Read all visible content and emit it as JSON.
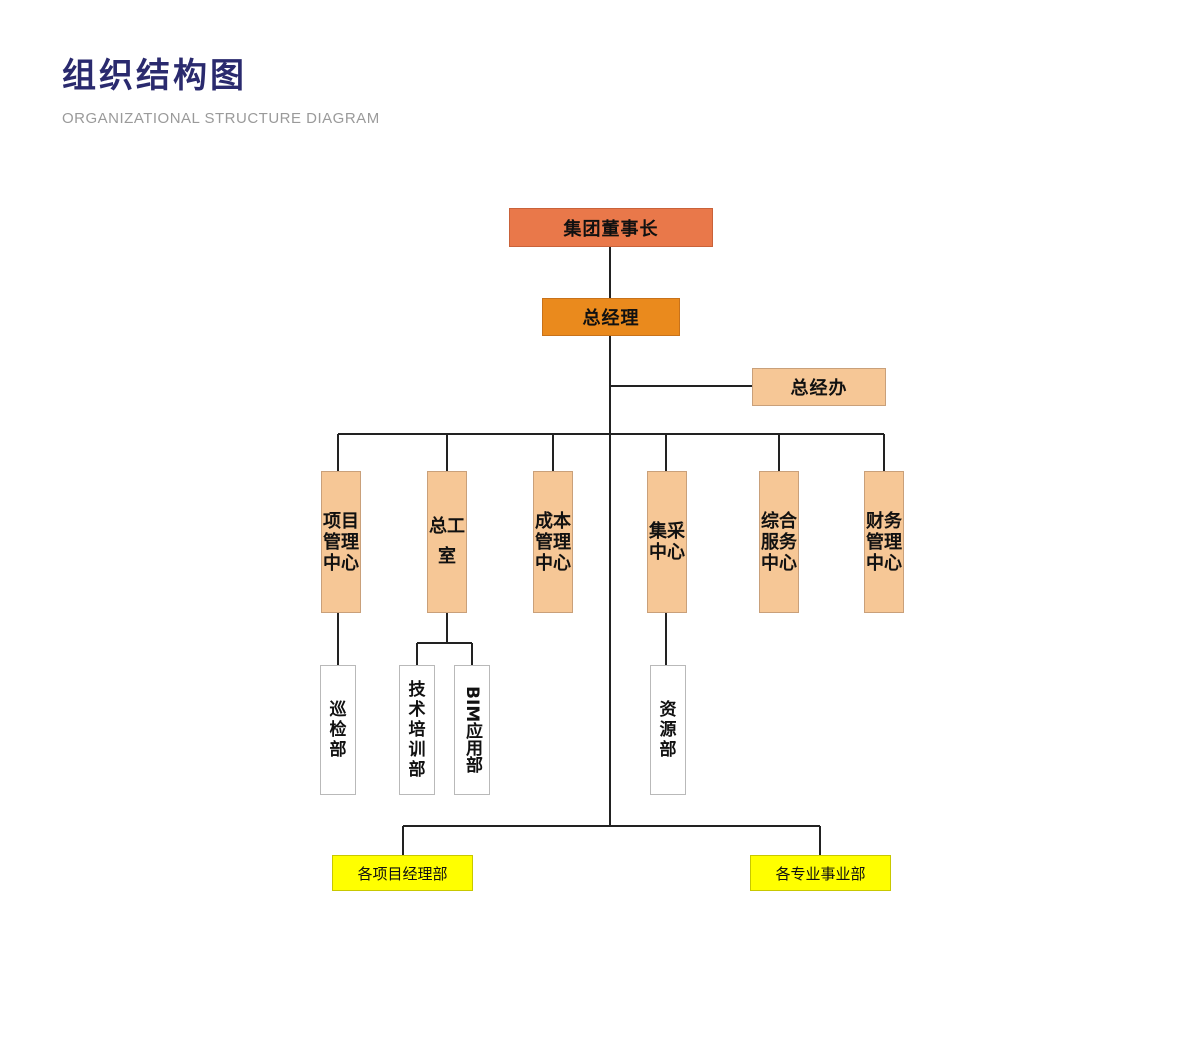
{
  "header": {
    "title": "组织结构图",
    "subtitle": "ORGANIZATIONAL STRUCTURE DIAGRAM"
  },
  "colors": {
    "chairman": "#e9784a",
    "gm": "#ea8a1d",
    "dept": "#f6c796",
    "bottom": "#ffff00",
    "line": "#222222"
  },
  "org": {
    "chairman": "集团董事长",
    "general_manager": "总经理",
    "gm_office": "总经办",
    "departments": [
      "项目管理中心",
      "总工室",
      "成本管理中心",
      "集采中心",
      "综合服务中心",
      "财务管理中心"
    ],
    "sub_units": {
      "inspection": "巡检部",
      "tech_training": "技术培训部",
      "bim": "BIM应用部",
      "resources": "资源部"
    },
    "bottom": {
      "project_managers": "各项目经理部",
      "business_units": "各专业事业部"
    }
  }
}
